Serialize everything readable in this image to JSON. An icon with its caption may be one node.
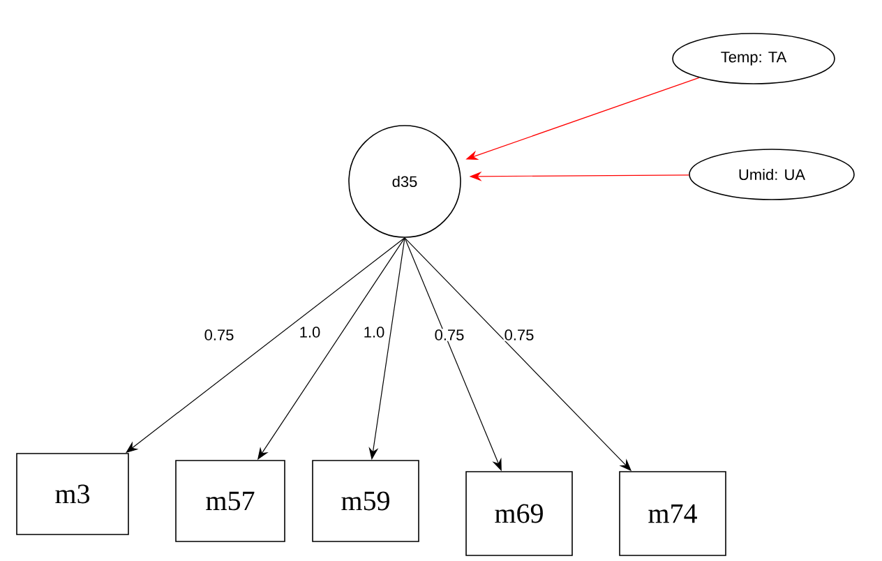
{
  "diagram": {
    "nodes": [
      {
        "text": [
          "d35"
        ]
      },
      {
        "text": [
          "Temp: TA"
        ]
      },
      {
        "text": [
          "Umid: UA"
        ]
      },
      {
        "text": [
          "m3"
        ]
      },
      {
        "text": [
          "m57"
        ]
      },
      {
        "text": [
          "m59"
        ]
      },
      {
        "text": [
          "m69"
        ]
      },
      {
        "text": [
          "m74"
        ]
      }
    ],
    "edges": [
      {
        "from": 1,
        "to": 0,
        "arrow": "to",
        "color": "#ff0000"
      },
      {
        "from": 2,
        "to": 0,
        "arrow": "to",
        "color": "#ff0000"
      },
      {
        "from": 0,
        "to": 3,
        "arrow": "to",
        "label": "0.75"
      },
      {
        "from": 0,
        "to": 4,
        "arrow": "to",
        "label": "1.0"
      },
      {
        "from": 0,
        "to": 5,
        "arrow": "to",
        "label": "1.0"
      },
      {
        "from": 0,
        "to": 6,
        "arrow": "to",
        "label": "0.75"
      },
      {
        "from": 0,
        "to": 7,
        "arrow": "to",
        "label": "0.75"
      }
    ]
  }
}
